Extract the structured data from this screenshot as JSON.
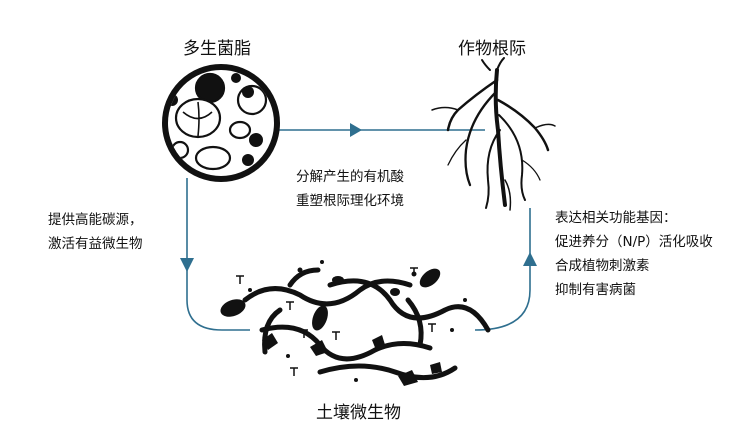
{
  "nodes": {
    "polysaccharide": {
      "title": "多生菌脂"
    },
    "root": {
      "title": "作物根际"
    },
    "microbe": {
      "title": "土壤微生物"
    }
  },
  "edges": {
    "top": {
      "lines": [
        "分解产生的有机酸",
        "重塑根际理化环境"
      ]
    },
    "left": {
      "lines": [
        "提供高能碳源，",
        "激活有益微生物"
      ]
    },
    "right": {
      "lines": [
        "表达相关功能基因：",
        "促进养分（N/P）活化吸收",
        "合成植物刺激素",
        "抑制有害病菌"
      ]
    }
  },
  "colors": {
    "arrow": "#2f6f8f",
    "ink": "#111111"
  }
}
